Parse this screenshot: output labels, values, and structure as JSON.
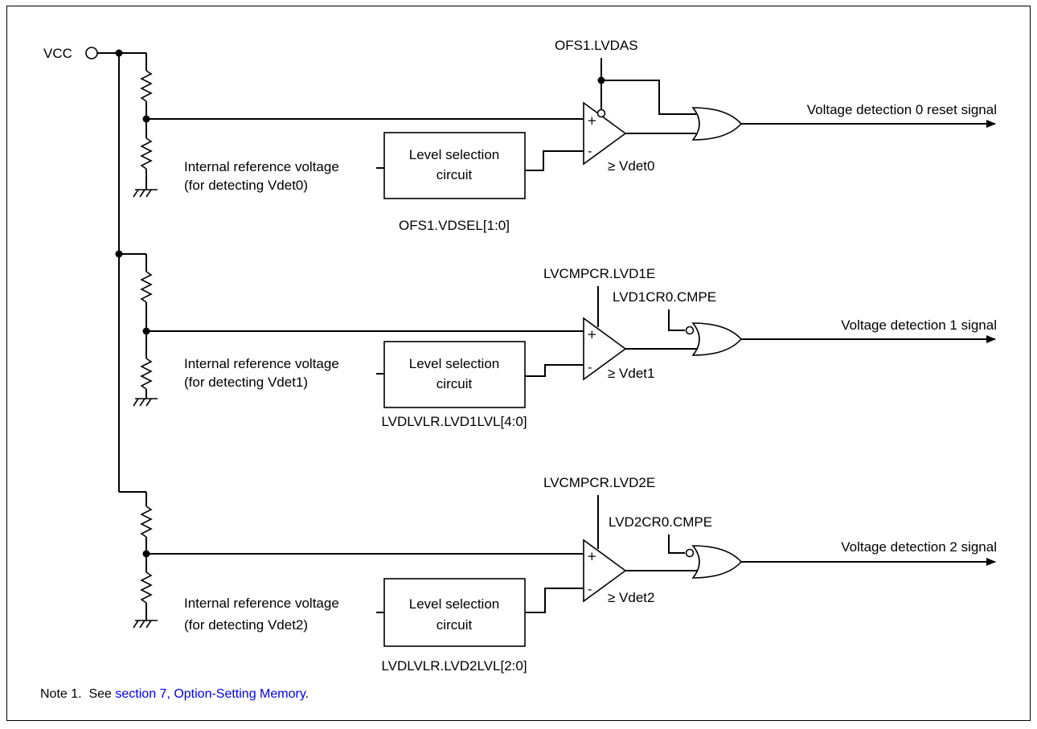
{
  "vcc_label": "VCC",
  "note": {
    "prefix": "Note 1.  See ",
    "link": "section 7, Option-Setting Memory",
    "suffix": "."
  },
  "units": [
    {
      "enable_signal": "OFS1.LVDAS",
      "ref_label_1": "Internal reference voltage",
      "ref_label_2": "(for detecting Vdet0)",
      "level_box_1": "Level selection",
      "level_box_2": "circuit",
      "level_setting": "OFS1.VDSEL[1:0]",
      "threshold": "≥ Vdet0",
      "output": "Voltage detection 0 reset signal",
      "comparator_plus": "+",
      "comparator_minus": "-"
    },
    {
      "enable_signal": "LVCMPCR.LVD1E",
      "gate_control": "LVD1CR0.CMPE",
      "ref_label_1": "Internal reference voltage",
      "ref_label_2": "(for detecting Vdet1)",
      "level_box_1": "Level selection",
      "level_box_2": "circuit",
      "level_setting": "LVDLVLR.LVD1LVL[4:0]",
      "threshold": "≥ Vdet1",
      "output": "Voltage detection 1 signal",
      "comparator_plus": "+",
      "comparator_minus": "-"
    },
    {
      "enable_signal": "LVCMPCR.LVD2E",
      "gate_control": "LVD2CR0.CMPE",
      "ref_label_1": "Internal reference voltage",
      "ref_label_2": "(for detecting Vdet2)",
      "level_box_1": "Level selection",
      "level_box_2": "circuit",
      "level_setting": "LVDLVLR.LVD2LVL[2:0]",
      "threshold": "≥ Vdet2",
      "output": "Voltage detection 2 signal",
      "comparator_plus": "+",
      "comparator_minus": "-"
    }
  ]
}
